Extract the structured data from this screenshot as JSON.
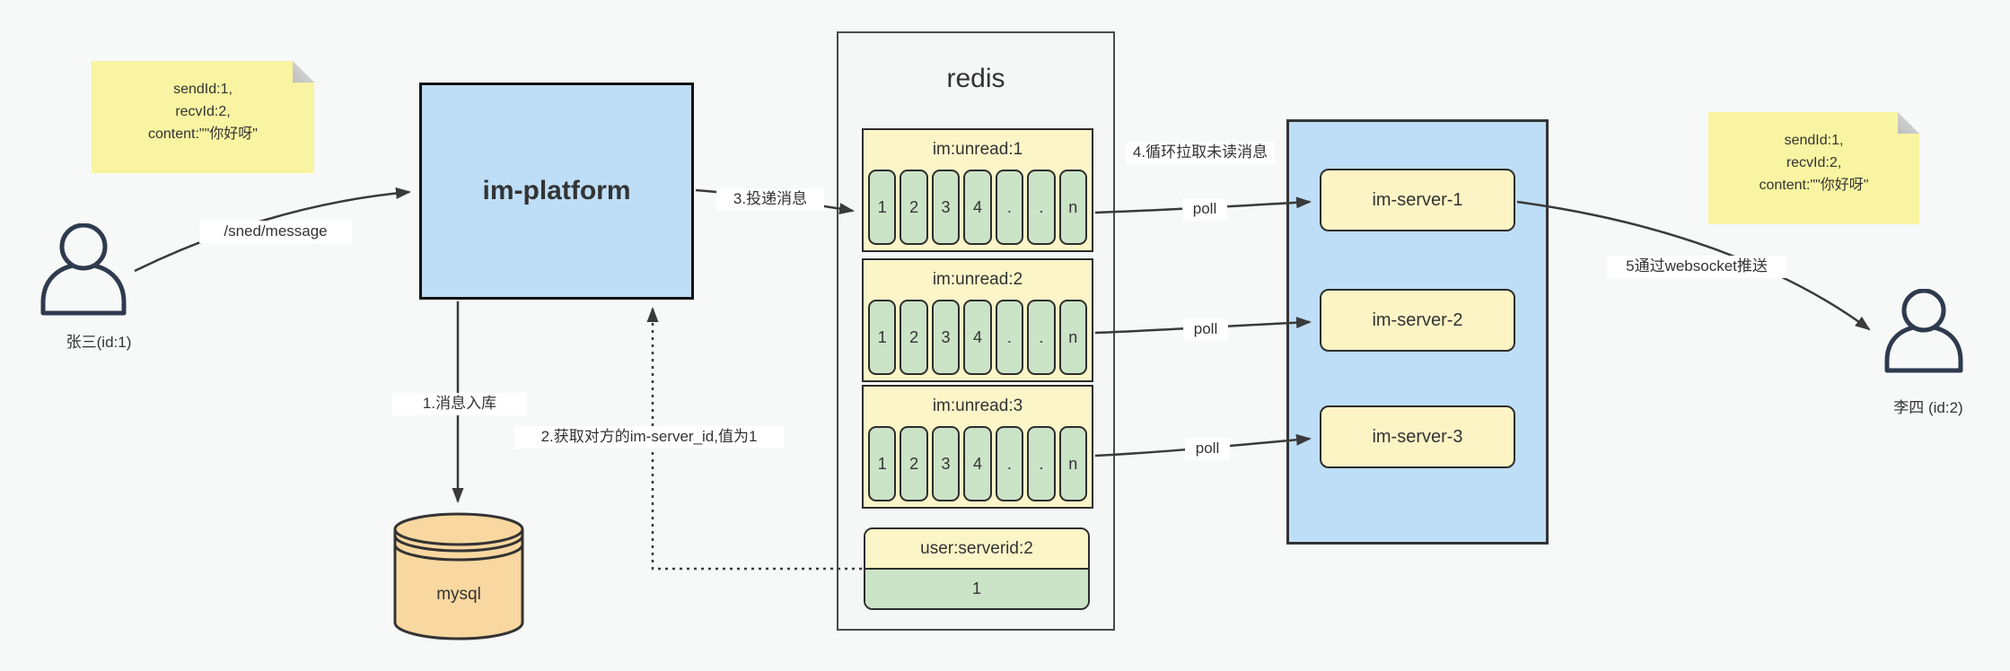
{
  "colors": {
    "background": "#f7f8f8",
    "accent_blue": "#bedef7",
    "note_yellow": "#f9f4a1",
    "header_yellow": "#fbf5c8",
    "cell_green": "#cbe3c7",
    "db_orange": "#f8d8a0",
    "arrow": "#3a3a3a"
  },
  "notes": {
    "left": {
      "line1": "sendId:1,",
      "line2": "recvId:2,",
      "line3": "content:\"\"你好呀\""
    },
    "right": {
      "line1": "sendId:1,",
      "line2": "recvId:2,",
      "line3": "content:\"\"你好呀\""
    }
  },
  "actors": {
    "sender": {
      "label": "张三(id:1)"
    },
    "receiver": {
      "label": "李四 (id:2)"
    }
  },
  "platform": {
    "label": "im-platform"
  },
  "database": {
    "label": "mysql"
  },
  "redis": {
    "title": "redis",
    "queues": [
      {
        "title": "im:unread:1",
        "cells": [
          "1",
          "2",
          "3",
          "4",
          ".",
          ".",
          "n"
        ]
      },
      {
        "title": "im:unread:2",
        "cells": [
          "1",
          "2",
          "3",
          "4",
          ".",
          ".",
          "n"
        ]
      },
      {
        "title": "im:unread:3",
        "cells": [
          "1",
          "2",
          "3",
          "4",
          ".",
          ".",
          "n"
        ]
      }
    ],
    "kv": {
      "title": "user:serverid:2",
      "value": "1"
    }
  },
  "servers": [
    {
      "label": "im-server-1"
    },
    {
      "label": "im-server-2"
    },
    {
      "label": "im-server-3"
    }
  ],
  "flow_labels": {
    "send_message": "/sned/message",
    "step1": "1.消息入库",
    "step2": "2.获取对方的im-server_id,值为1",
    "step3": "3.投递消息",
    "step4": "4.循环拉取未读消息",
    "poll1": "poll",
    "poll2": "poll",
    "poll3": "poll",
    "step5": "5通过websocket推送"
  }
}
